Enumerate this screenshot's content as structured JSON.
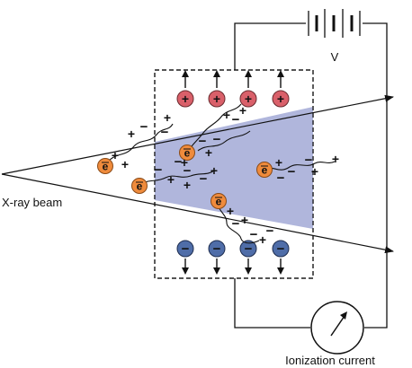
{
  "labels": {
    "voltage": "V",
    "beam": "X-ray beam",
    "current": "Ionization current"
  },
  "glyphs": {
    "electron": "e",
    "positive": "+",
    "negative": "−"
  },
  "colors": {
    "beam_fill": "#b0b6dc",
    "positive_ion": "#d9606a",
    "negative_ion": "#4f6da8",
    "electron": "#ef8b3c",
    "line": "#111111"
  }
}
